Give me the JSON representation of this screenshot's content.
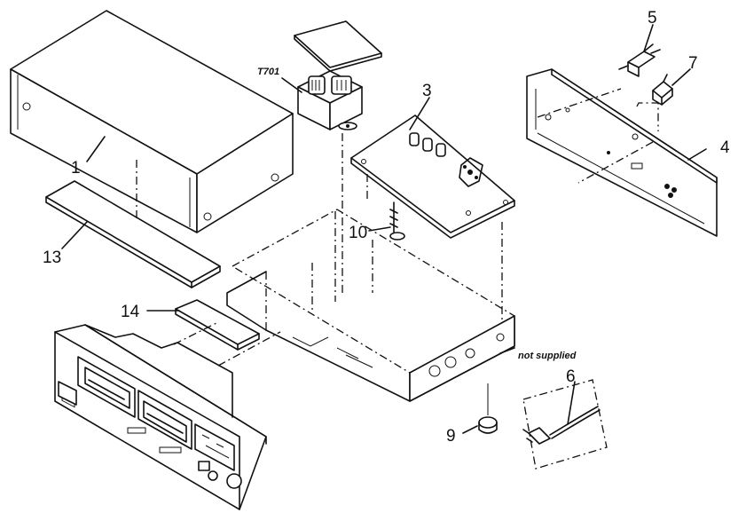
{
  "labels": {
    "part_1": "1",
    "part_3": "3",
    "part_4": "4",
    "part_5": "5",
    "part_6": "6",
    "part_7": "7",
    "part_9": "9",
    "part_10": "10",
    "part_13": "13",
    "part_14": "14",
    "transformer": "T701",
    "not_supplied": "not supplied"
  }
}
